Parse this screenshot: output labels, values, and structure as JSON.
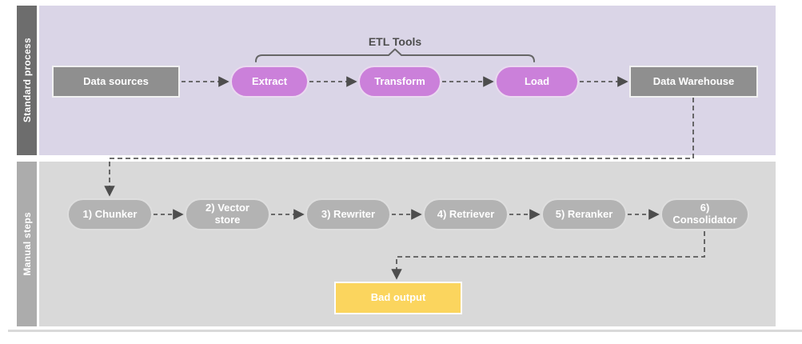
{
  "diagram": {
    "bracket_label": "ETL Tools",
    "lanes": [
      {
        "label": "Standard process"
      },
      {
        "label": "Manual steps"
      }
    ],
    "standard_process": {
      "data_sources": "Data sources",
      "extract": "Extract",
      "transform": "Transform",
      "load": "Load",
      "data_warehouse": "Data Warehouse"
    },
    "manual_steps": {
      "chunker": "1) Chunker",
      "vector_store": "2) Vector store",
      "rewriter": "3) Rewriter",
      "retriever": "4) Retriever",
      "reranker": "5) Reranker",
      "consolidator": "6) Consolidator"
    },
    "result": {
      "bad_output": "Bad output"
    },
    "colors": {
      "lane_standard_bg": "#dad5e7",
      "lane_manual_bg": "#d9d9d9",
      "sidebar_standard": "#6d6d6d",
      "sidebar_manual": "#acacac",
      "node_box_gray": "#8f8f8f",
      "node_pill_magenta": "#cb80da",
      "node_pill_gray": "#b3b3b3",
      "node_box_yellow": "#fbd55e",
      "connector": "#5a5a5a",
      "bracket": "#666666"
    }
  }
}
